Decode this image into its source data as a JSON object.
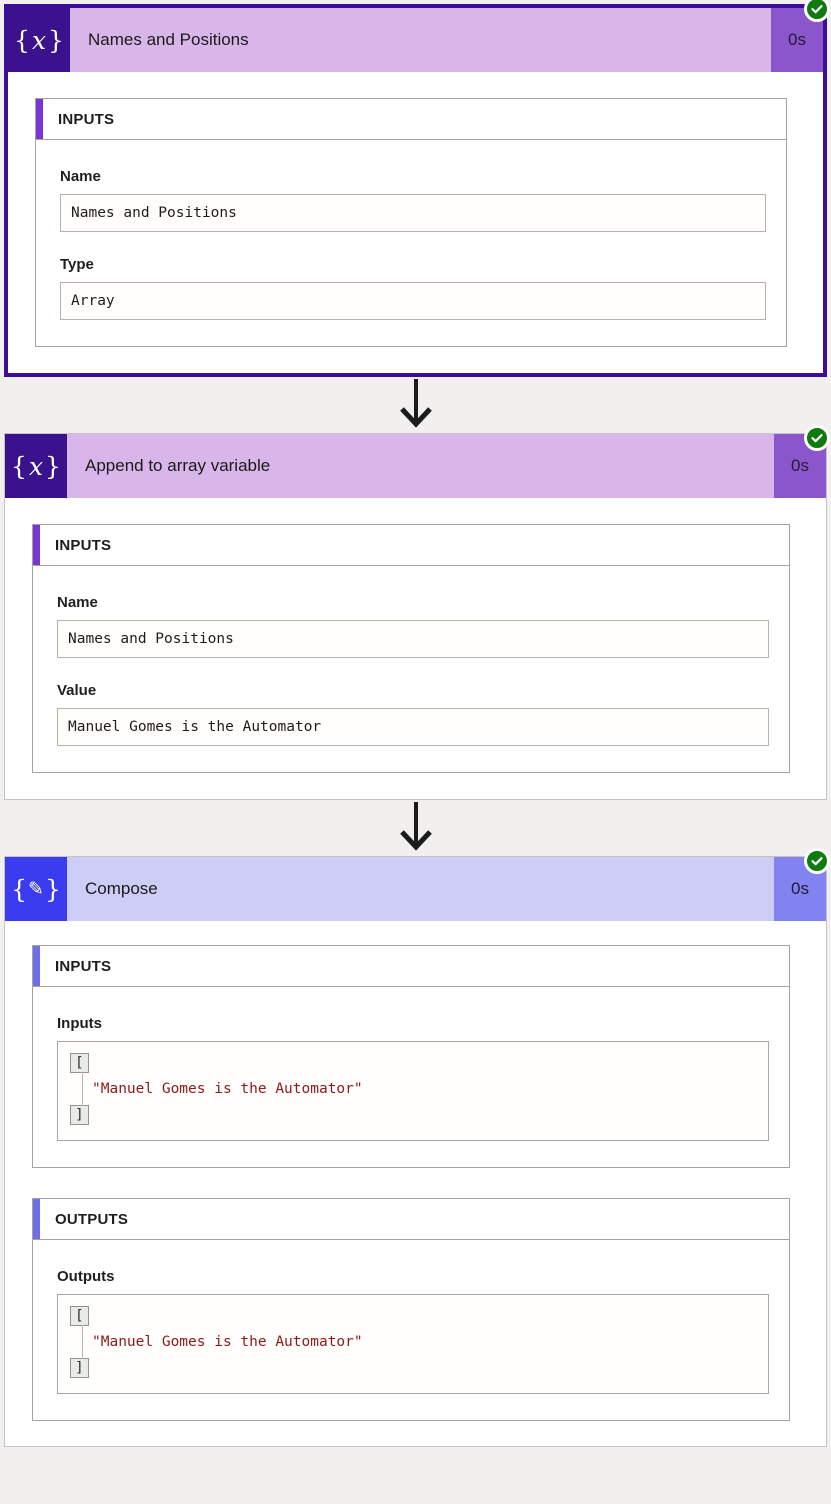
{
  "cards": [
    {
      "title": "Names and Positions",
      "duration": "0s",
      "panel_header": "INPUTS",
      "fields": [
        {
          "label": "Name",
          "value": "Names and Positions"
        },
        {
          "label": "Type",
          "value": "Array"
        }
      ]
    },
    {
      "title": "Append to array variable",
      "duration": "0s",
      "panel_header": "INPUTS",
      "fields": [
        {
          "label": "Name",
          "value": "Names and Positions"
        },
        {
          "label": "Value",
          "value": "Manuel Gomes is the Automator"
        }
      ]
    },
    {
      "title": "Compose",
      "duration": "0s",
      "sections": [
        {
          "header": "INPUTS",
          "label": "Inputs",
          "code": {
            "open": "[",
            "line": "\"Manuel Gomes is the Automator\"",
            "close": "]"
          }
        },
        {
          "header": "OUTPUTS",
          "label": "Outputs",
          "code": {
            "open": "[",
            "line": "\"Manuel Gomes is the Automator\"",
            "close": "]"
          }
        }
      ]
    }
  ],
  "icons": {
    "variable": {
      "open": "{",
      "x": "x",
      "close": "}"
    },
    "compose": {
      "open": "{",
      "pencil": "✎",
      "close": "}"
    },
    "status": "success-check"
  },
  "colors": {
    "variable_icon_bg": "#3a128e",
    "variable_header_bg": "#d8b6ea",
    "variable_duration_bg": "#8b55cc",
    "compose_icon_bg": "#3b3bf0",
    "compose_header_bg": "#cdcdf8",
    "compose_duration_bg": "#8282f0",
    "selected_border": "#3c0d97",
    "success_green": "#0f7b0f",
    "json_string_red": "#8b1a1a",
    "panel_accent_purple": "#7a35d6",
    "panel_accent_blue": "#6f6fee"
  }
}
